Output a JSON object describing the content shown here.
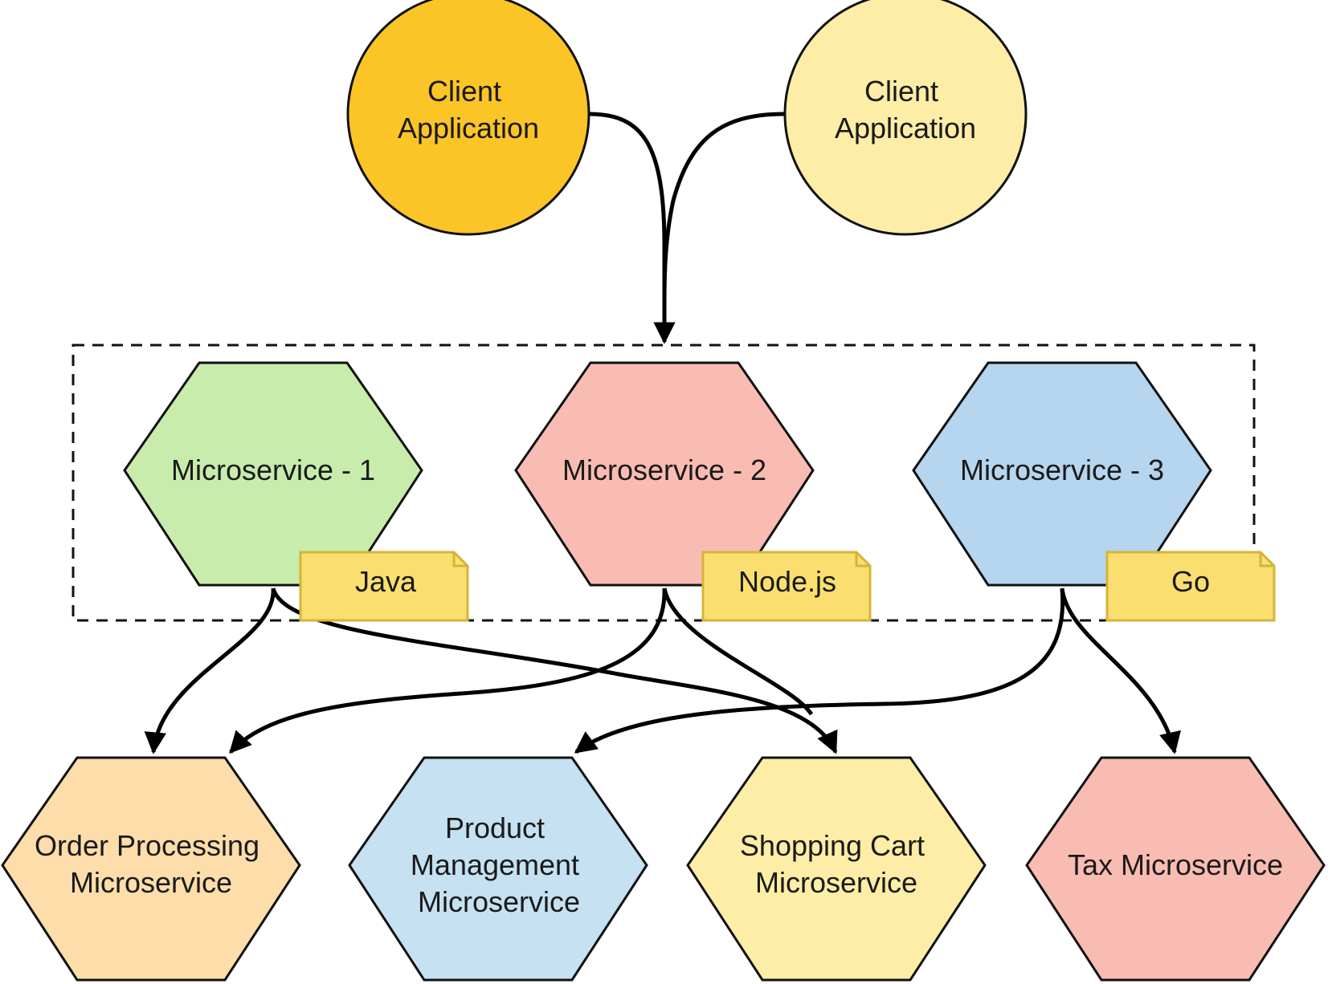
{
  "clients": [
    {
      "id": "client-1",
      "lines": [
        "Client",
        "Application"
      ],
      "color": "#FBC527"
    },
    {
      "id": "client-2",
      "lines": [
        "Client",
        "Application"
      ],
      "color": "#FDEDA6"
    }
  ],
  "services": [
    {
      "id": "ms-1",
      "lines": [
        "Microservice - 1"
      ],
      "color": "#C8ECAC",
      "tag": "Java"
    },
    {
      "id": "ms-2",
      "lines": [
        "Microservice - 2"
      ],
      "color": "#F9BCB2",
      "tag": "Node.js"
    },
    {
      "id": "ms-3",
      "lines": [
        "Microservice - 3"
      ],
      "color": "#B6D5EE",
      "tag": "Go"
    }
  ],
  "backends": [
    {
      "id": "order",
      "lines": [
        "Order Processing",
        "Microservice"
      ],
      "color": "#FDDDAA"
    },
    {
      "id": "product",
      "lines": [
        "Product",
        "Management",
        "Microservice"
      ],
      "color": "#C5E1F2"
    },
    {
      "id": "cart",
      "lines": [
        "Shopping Cart",
        "Microservice"
      ],
      "color": "#FDEDA6"
    },
    {
      "id": "tax",
      "lines": [
        "Tax Microservice"
      ],
      "color": "#F9BCB2"
    }
  ],
  "tag_color": "#FADF70",
  "edges": [
    {
      "from": "client-1",
      "to": "gateway"
    },
    {
      "from": "client-2",
      "to": "gateway"
    },
    {
      "from": "ms-1",
      "to": "order"
    },
    {
      "from": "ms-1",
      "to": "cart"
    },
    {
      "from": "ms-2",
      "to": "order"
    },
    {
      "from": "ms-2",
      "to": "cart"
    },
    {
      "from": "ms-3",
      "to": "product"
    },
    {
      "from": "ms-3",
      "to": "tax"
    }
  ]
}
